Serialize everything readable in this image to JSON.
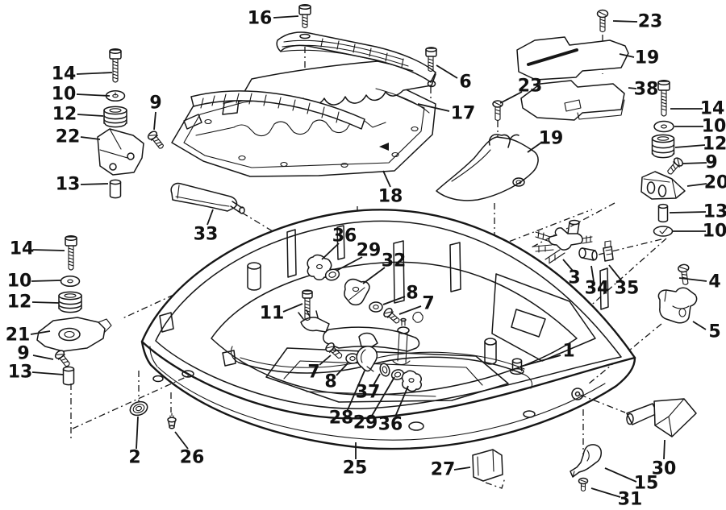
{
  "diagram": {
    "background": "#ffffff",
    "ink": "#161616",
    "callouts": [
      {
        "label": "16",
        "t": [
          322,
          23
        ],
        "l": [
          339,
          22,
          370,
          20
        ]
      },
      {
        "label": "14",
        "t": [
          79,
          92
        ],
        "l": [
          95,
          92,
          139,
          90
        ]
      },
      {
        "label": "10",
        "t": [
          79,
          117
        ],
        "l": [
          95,
          117,
          136,
          119
        ]
      },
      {
        "label": "12",
        "t": [
          80,
          142
        ],
        "l": [
          96,
          142,
          128,
          144
        ]
      },
      {
        "label": "22",
        "t": [
          84,
          170
        ],
        "l": [
          100,
          170,
          124,
          173
        ]
      },
      {
        "label": "9",
        "t": [
          193,
          128
        ],
        "l": [
          193,
          139,
          191,
          161
        ]
      },
      {
        "label": "13",
        "t": [
          84,
          229
        ],
        "l": [
          100,
          229,
          134,
          228
        ]
      },
      {
        "label": "6",
        "t": [
          577,
          102
        ],
        "l": [
          567,
          97,
          541,
          81
        ]
      },
      {
        "label": "17",
        "t": [
          574,
          141
        ],
        "l": [
          557,
          138,
          518,
          129
        ]
      },
      {
        "label": "18",
        "t": [
          484,
          244
        ],
        "l": [
          484,
          232,
          475,
          212
        ]
      },
      {
        "label": "33",
        "t": [
          255,
          291
        ],
        "l": [
          257,
          279,
          264,
          260
        ]
      },
      {
        "label": "23",
        "t": [
          806,
          27
        ],
        "l": [
          790,
          27,
          760,
          26
        ]
      },
      {
        "label": "19",
        "t": [
          802,
          72
        ],
        "l": [
          786,
          71,
          768,
          67
        ]
      },
      {
        "label": "23",
        "t": [
          657,
          107
        ],
        "l": [
          647,
          114,
          620,
          128
        ]
      },
      {
        "label": "38",
        "t": [
          801,
          111
        ],
        "l": [
          789,
          110,
          779,
          109
        ]
      },
      {
        "label": "19",
        "t": [
          683,
          172
        ],
        "l": [
          671,
          177,
          654,
          189
        ]
      },
      {
        "label": "14",
        "t": [
          883,
          135
        ],
        "l": [
          871,
          135,
          831,
          135
        ]
      },
      {
        "label": "10",
        "t": [
          885,
          157
        ],
        "l": [
          872,
          157,
          836,
          157
        ]
      },
      {
        "label": "12",
        "t": [
          886,
          179
        ],
        "l": [
          874,
          180,
          837,
          183
        ]
      },
      {
        "label": "9",
        "t": [
          882,
          202
        ],
        "l": [
          876,
          202,
          846,
          203
        ]
      },
      {
        "label": "20",
        "t": [
          888,
          227
        ],
        "l": [
          876,
          228,
          852,
          231
        ]
      },
      {
        "label": "13",
        "t": [
          887,
          263
        ],
        "l": [
          875,
          263,
          830,
          264
        ]
      },
      {
        "label": "10",
        "t": [
          886,
          287
        ],
        "l": [
          875,
          287,
          834,
          287
        ]
      },
      {
        "label": "3",
        "t": [
          712,
          345
        ],
        "l": [
          710,
          336,
          698,
          322
        ]
      },
      {
        "label": "34",
        "t": [
          740,
          358
        ],
        "l": [
          736,
          349,
          733,
          330
        ]
      },
      {
        "label": "35",
        "t": [
          777,
          358
        ],
        "l": [
          771,
          349,
          755,
          329
        ]
      },
      {
        "label": "4",
        "t": [
          886,
          350
        ],
        "l": [
          876,
          349,
          842,
          345
        ]
      },
      {
        "label": "5",
        "t": [
          886,
          412
        ],
        "l": [
          875,
          409,
          859,
          399
        ]
      },
      {
        "label": "14",
        "t": [
          27,
          309
        ],
        "l": [
          41,
          310,
          80,
          311
        ]
      },
      {
        "label": "10",
        "t": [
          24,
          349
        ],
        "l": [
          39,
          349,
          75,
          348
        ]
      },
      {
        "label": "12",
        "t": [
          24,
          375
        ],
        "l": [
          40,
          375,
          73,
          376
        ]
      },
      {
        "label": "21",
        "t": [
          22,
          416
        ],
        "l": [
          38,
          415,
          62,
          411
        ]
      },
      {
        "label": "9",
        "t": [
          29,
          439
        ],
        "l": [
          41,
          441,
          66,
          446
        ]
      },
      {
        "label": "13",
        "t": [
          25,
          462
        ],
        "l": [
          40,
          462,
          79,
          465
        ]
      },
      {
        "label": "11",
        "t": [
          337,
          389
        ],
        "l": [
          351,
          387,
          375,
          377
        ]
      },
      {
        "label": "36",
        "t": [
          427,
          293
        ],
        "l": [
          420,
          302,
          399,
          322
        ]
      },
      {
        "label": "29",
        "t": [
          457,
          311
        ],
        "l": [
          449,
          319,
          417,
          336
        ]
      },
      {
        "label": "32",
        "t": [
          488,
          324
        ],
        "l": [
          477,
          332,
          450,
          352
        ]
      },
      {
        "label": "8",
        "t": [
          511,
          364
        ],
        "l": [
          502,
          368,
          475,
          378
        ]
      },
      {
        "label": "7",
        "t": [
          531,
          377
        ],
        "l": [
          522,
          380,
          495,
          390
        ]
      },
      {
        "label": "1",
        "t": [
          705,
          436
        ],
        "l": [
          695,
          441,
          645,
          455
        ]
      },
      {
        "label": "7",
        "t": [
          389,
          462
        ],
        "l": [
          396,
          453,
          410,
          441
        ]
      },
      {
        "label": "8",
        "t": [
          410,
          474
        ],
        "l": [
          417,
          466,
          431,
          451
        ]
      },
      {
        "label": "37",
        "t": [
          456,
          487
        ],
        "l": [
          463,
          478,
          471,
          464
        ]
      },
      {
        "label": "28",
        "t": [
          423,
          519
        ],
        "l": [
          430,
          511,
          452,
          460
        ]
      },
      {
        "label": "29",
        "t": [
          453,
          525
        ],
        "l": [
          461,
          516,
          489,
          468
        ]
      },
      {
        "label": "36",
        "t": [
          484,
          527
        ],
        "l": [
          490,
          517,
          506,
          479
        ]
      },
      {
        "label": "25",
        "t": [
          440,
          581
        ],
        "l": [
          441,
          570,
          441,
          549
        ]
      },
      {
        "label": "27",
        "t": [
          549,
          583
        ],
        "l": [
          563,
          583,
          583,
          580
        ]
      },
      {
        "label": "2",
        "t": [
          167,
          568
        ],
        "l": [
          169,
          557,
          171,
          517
        ]
      },
      {
        "label": "26",
        "t": [
          238,
          568
        ],
        "l": [
          233,
          557,
          217,
          536
        ]
      },
      {
        "label": "30",
        "t": [
          823,
          582
        ],
        "l": [
          823,
          570,
          824,
          546
        ]
      },
      {
        "label": "15",
        "t": [
          801,
          600
        ],
        "l": [
          789,
          598,
          750,
          581
        ]
      },
      {
        "label": "31",
        "t": [
          781,
          620
        ],
        "l": [
          769,
          617,
          733,
          606
        ]
      }
    ]
  }
}
